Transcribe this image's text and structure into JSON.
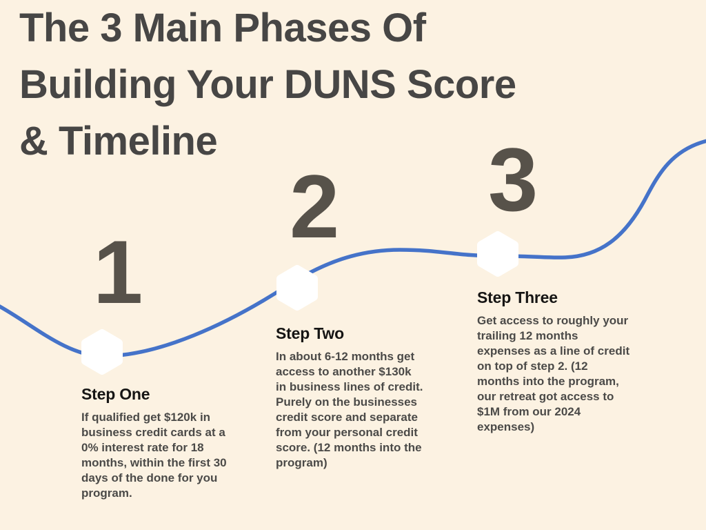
{
  "colors": {
    "background": "#fcf2e2",
    "curve_blue": "#4573c9",
    "number_gray": "#57524a",
    "title_gray": "#474645",
    "heading_black": "#161514",
    "body_gray": "#4b4a48",
    "marker_white": "#ffffff"
  },
  "title": {
    "lines": [
      "The 3 Main Phases Of",
      "Building Your DUNS Score",
      "& Timeline"
    ]
  },
  "steps": [
    {
      "number": "1",
      "heading": "Step One",
      "body": "If qualified get $120k in business credit cards at a 0% interest rate for 18 months, within the first 30 days of the done for you program."
    },
    {
      "number": "2",
      "heading": "Step Two",
      "body": "In about 6-12 months get access to another $130k in business lines of credit. Purely on the businesses credit score and separate from your personal credit score. (12 months into the program)"
    },
    {
      "number": "3",
      "heading": "Step Three",
      "body": "Get access to roughly your trailing 12 months expenses as a line of credit on top of step 2. (12 months into the program, our retreat got access to $1M from our 2024 expenses)"
    }
  ]
}
